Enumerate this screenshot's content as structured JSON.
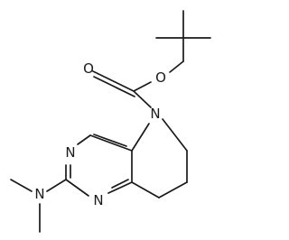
{
  "structure": {
    "atom_labels": {
      "carbonyl_oxygen": "O",
      "ester_oxygen": "O",
      "ring_nitrogen_n5": "N",
      "pyrimidine_nitrogen_n3": "N",
      "pyrimidine_nitrogen_n1": "N",
      "dimethylamino_nitrogen": "N"
    }
  }
}
